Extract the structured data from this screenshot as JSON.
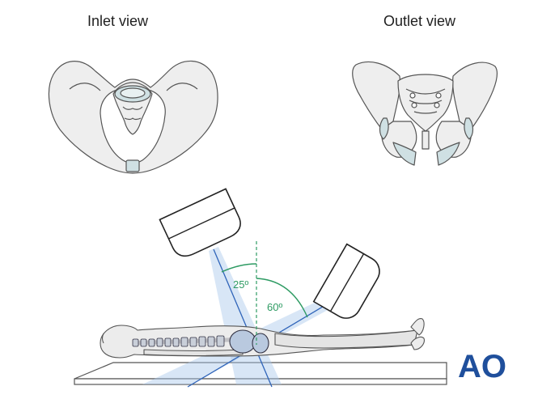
{
  "labels": {
    "inlet": "Inlet view",
    "outlet": "Outlet view"
  },
  "angles": {
    "inlet_angle": "25º",
    "outlet_angle": "60º"
  },
  "logo": {
    "text": "AO"
  },
  "colors": {
    "bone_fill": "#eeeeee",
    "bone_stroke": "#555555",
    "cartilage": "#cfe0e3",
    "beam_fill": "#a9c7ea",
    "beam_line": "#2f64b9",
    "angle_green": "#2e9b63",
    "logo_blue": "#1f4f9c",
    "body_fill": "#ececec",
    "spine_fill": "#c9cfd9"
  },
  "icons": {
    "inlet_pelvis": "pelvis-inlet-illustration",
    "outlet_pelvis": "pelvis-outlet-illustration",
    "xray_tube_inlet": "xray-tube-icon",
    "xray_tube_outlet": "xray-tube-icon",
    "patient": "supine-patient-illustration",
    "logo": "ao-logo-icon"
  }
}
